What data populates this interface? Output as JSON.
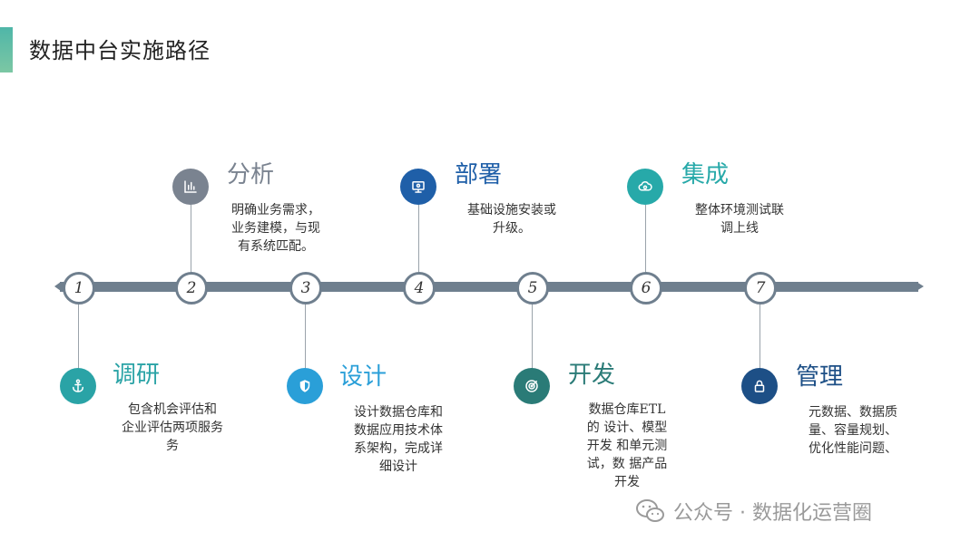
{
  "page": {
    "title": "数据中台实施路径"
  },
  "timeline": {
    "nodes": [
      "1",
      "2",
      "3",
      "4",
      "5",
      "6",
      "7"
    ]
  },
  "steps": [
    {
      "id": "research",
      "title": "调研",
      "icon": "anchor-icon",
      "color": "#2aa3a6",
      "lines": [
        "包含机会评估和",
        "企业评估两项服务",
        "务"
      ]
    },
    {
      "id": "analysis",
      "title": "分析",
      "icon": "bar-chart-icon",
      "color": "#7a8390",
      "lines": [
        "明确业务需求，",
        "业务建模，与现",
        "有系统匹配。"
      ]
    },
    {
      "id": "design",
      "title": "设计",
      "icon": "shield-icon",
      "color": "#2a9fd8",
      "lines": [
        "设计数据仓库和",
        "数据应用技术体",
        "系架构，完成详",
        "细设计"
      ]
    },
    {
      "id": "deploy",
      "title": "部署",
      "icon": "presentation-icon",
      "color": "#1f5fa8",
      "lines": [
        "基础设施安装或",
        "升级。"
      ]
    },
    {
      "id": "develop",
      "title": "开发",
      "icon": "target-icon",
      "color": "#2a7b77",
      "lines": [
        "数据仓库ETL",
        "的 设计、模型",
        "开发 和单元测",
        "试，数 据产品",
        "开发"
      ]
    },
    {
      "id": "integrate",
      "title": "集成",
      "icon": "gear-cloud-icon",
      "color": "#27a9a9",
      "lines": [
        "整体环境测试联",
        "调上线"
      ]
    },
    {
      "id": "manage",
      "title": "管理",
      "icon": "lock-icon",
      "color": "#1d4f86",
      "lines": [
        "元数据、数据质",
        "量、容量规划、",
        "优化性能问题、"
      ]
    }
  ],
  "watermark": {
    "text": "公众号 · 数据化运营圈",
    "icon": "wechat-icon"
  }
}
